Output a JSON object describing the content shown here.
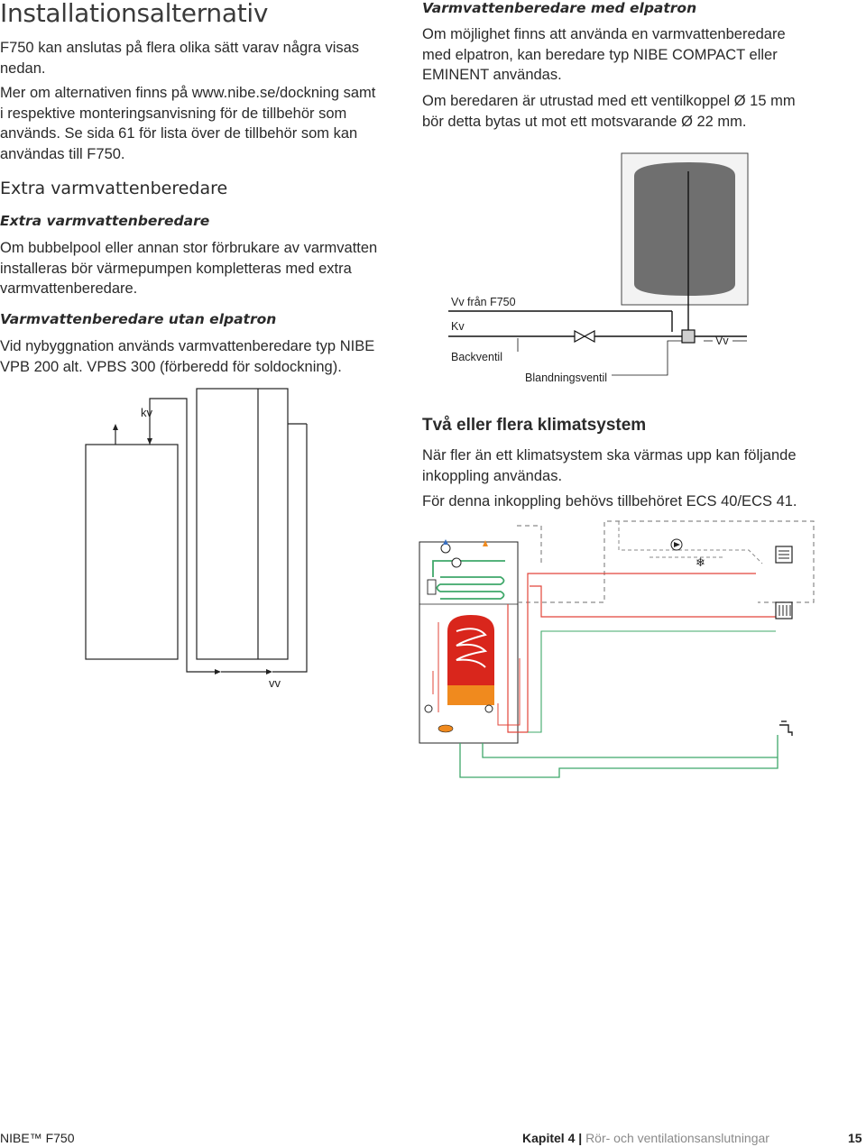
{
  "page_title": "Installationsalternativ",
  "intro": {
    "p1": "F750 kan anslutas på flera olika sätt varav några visas nedan.",
    "p2": "Mer om alternativen finns på www.nibe.se/dockning samt i respektive monteringsanvisning för de tillbehör som används. Se sida 61 för lista över de tillbehör som kan användas till F750."
  },
  "extra_section": {
    "heading": "Extra varmvattenberedare",
    "subheading": "Extra varmvattenberedare",
    "p1": "Om bubbelpool eller annan stor förbrukare av varmvatten installeras bör värmepumpen kompletteras med extra varmvattenberedare.",
    "sub2": "Varmvattenberedare utan elpatron",
    "p2": "Vid nybyggnation används varmvattenberedare typ NIBE VPB 200 alt. VPBS 300 (förberedd för soldockning)."
  },
  "diagram_left": {
    "kv_label": "kv",
    "vv_label": "vv"
  },
  "elpatron_section": {
    "heading": "Varmvattenberedare med elpatron",
    "p1": "Om möjlighet finns att använda en varmvattenberedare med elpatron, kan beredare typ NIBE COMPACT eller EMINENT användas.",
    "p2": "Om beredaren är utrustad med ett ventilkoppel Ø 15 mm bör detta bytas ut mot ett motsvarande Ø 22 mm."
  },
  "diagram_right": {
    "vv_from_label": "Vv från F750",
    "kv_label": "Kv",
    "backventil_label": "Backventil",
    "blandningsventil_label": "Blandningsventil",
    "vv_label": "Vv"
  },
  "climate_section": {
    "heading": "Två eller flera klimatsystem",
    "p1": "När fler än ett klimatsystem ska värmas upp kan följande inkoppling användas.",
    "p2": "För denna inkoppling behövs tillbehöret ECS 40/ECS 41."
  },
  "footer": {
    "brand": "NIBE™ F750",
    "chapter_label": "Kapitel 4",
    "separator": "|",
    "chapter_title": "Rör- och ventilationsanslutningar",
    "page_number": "15"
  },
  "colors": {
    "tank_grey": "#6f6f6f",
    "tank_red": "#d9261c",
    "tank_orange": "#f08a1e",
    "pipe_red": "#e2453a",
    "pipe_green": "#3fa86a",
    "dash_grey": "#8a8a8a",
    "text_grey": "#8a8a8a"
  }
}
